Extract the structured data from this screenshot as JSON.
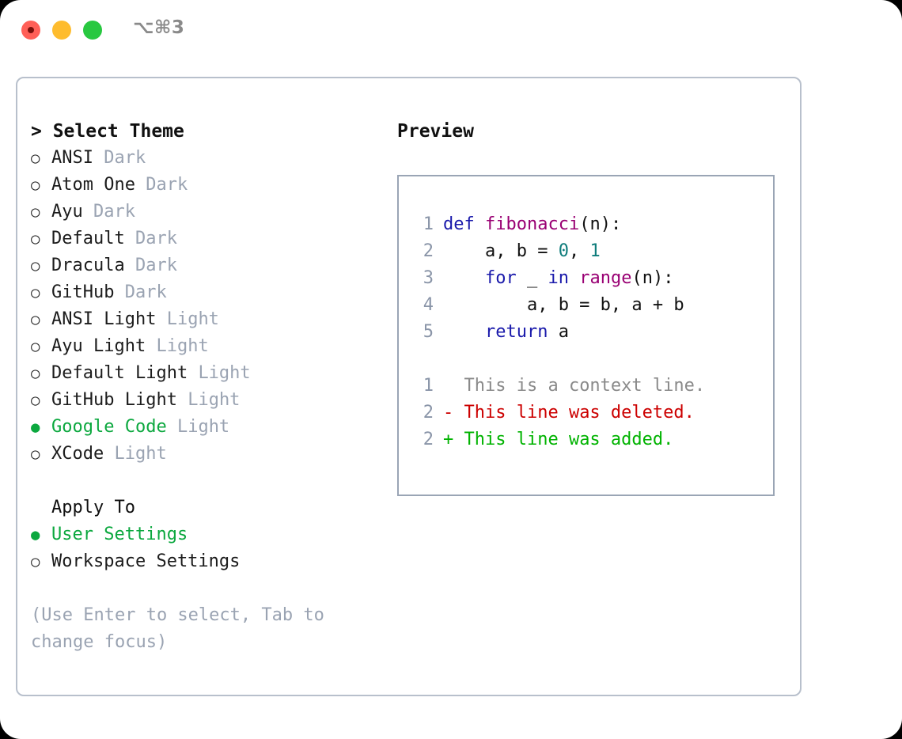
{
  "titlebar": {
    "shortcut": "⌥⌘3",
    "lights": [
      {
        "name": "close",
        "color": "#ff5f57"
      },
      {
        "name": "minimize",
        "color": "#febc2e"
      },
      {
        "name": "maximize",
        "color": "#28c840"
      }
    ]
  },
  "left": {
    "heading": "> Select Theme",
    "themes": [
      {
        "bullet": "○",
        "name": "ANSI",
        "tag": "Dark",
        "selected": false
      },
      {
        "bullet": "○",
        "name": "Atom One",
        "tag": "Dark",
        "selected": false
      },
      {
        "bullet": "○",
        "name": "Ayu",
        "tag": "Dark",
        "selected": false
      },
      {
        "bullet": "○",
        "name": "Default",
        "tag": "Dark",
        "selected": false
      },
      {
        "bullet": "○",
        "name": "Dracula",
        "tag": "Dark",
        "selected": false
      },
      {
        "bullet": "○",
        "name": "GitHub",
        "tag": "Dark",
        "selected": false
      },
      {
        "bullet": "○",
        "name": "ANSI Light",
        "tag": "Light",
        "selected": false
      },
      {
        "bullet": "○",
        "name": "Ayu Light",
        "tag": "Light",
        "selected": false
      },
      {
        "bullet": "○",
        "name": "Default Light",
        "tag": "Light",
        "selected": false
      },
      {
        "bullet": "○",
        "name": "GitHub Light",
        "tag": "Light",
        "selected": false
      },
      {
        "bullet": "●",
        "name": "Google Code",
        "tag": "Light",
        "selected": true
      },
      {
        "bullet": "○",
        "name": "XCode",
        "tag": "Light",
        "selected": false
      }
    ],
    "apply_to_heading": "Apply To",
    "apply_to": [
      {
        "bullet": "●",
        "name": "User Settings",
        "selected": true
      },
      {
        "bullet": "○",
        "name": "Workspace Settings",
        "selected": false
      }
    ],
    "hint": "(Use Enter to select, Tab to change focus)"
  },
  "right": {
    "preview_title": "Preview",
    "code_lines": [
      {
        "no": "1",
        "tokens": [
          {
            "t": "def",
            "c": "kw"
          },
          {
            "t": " ",
            "c": "plain"
          },
          {
            "t": "fibonacci",
            "c": "fn"
          },
          {
            "t": "(n):",
            "c": "plain"
          }
        ]
      },
      {
        "no": "2",
        "tokens": [
          {
            "t": "    a, b = ",
            "c": "plain"
          },
          {
            "t": "0",
            "c": "num"
          },
          {
            "t": ", ",
            "c": "plain"
          },
          {
            "t": "1",
            "c": "num"
          }
        ]
      },
      {
        "no": "3",
        "tokens": [
          {
            "t": "    ",
            "c": "plain"
          },
          {
            "t": "for",
            "c": "kw"
          },
          {
            "t": " _ ",
            "c": "plain"
          },
          {
            "t": "in",
            "c": "kw"
          },
          {
            "t": " ",
            "c": "plain"
          },
          {
            "t": "range",
            "c": "fn"
          },
          {
            "t": "(n):",
            "c": "plain"
          }
        ]
      },
      {
        "no": "4",
        "tokens": [
          {
            "t": "        a, b = b, a + b",
            "c": "plain"
          }
        ]
      },
      {
        "no": "5",
        "tokens": [
          {
            "t": "    ",
            "c": "plain"
          },
          {
            "t": "return",
            "c": "kw"
          },
          {
            "t": " a",
            "c": "plain"
          }
        ]
      }
    ],
    "diff_lines": [
      {
        "no": "1",
        "marker": " ",
        "text": " This is a context line.",
        "kind": "ctx"
      },
      {
        "no": "2",
        "marker": "-",
        "text": " This line was deleted.",
        "kind": "del"
      },
      {
        "no": "2",
        "marker": "+",
        "text": " This line was added.",
        "kind": "add"
      }
    ]
  },
  "colors": {
    "accent_green": "#0ca83f",
    "muted": "#9aa3b2",
    "keyword": "#1a1aab",
    "function": "#990073",
    "number": "#0e7c7b",
    "diff_delete": "#cc0000",
    "diff_add": "#00b300",
    "panel_border": "#b8c0cc",
    "preview_border": "#9aa5b5"
  }
}
